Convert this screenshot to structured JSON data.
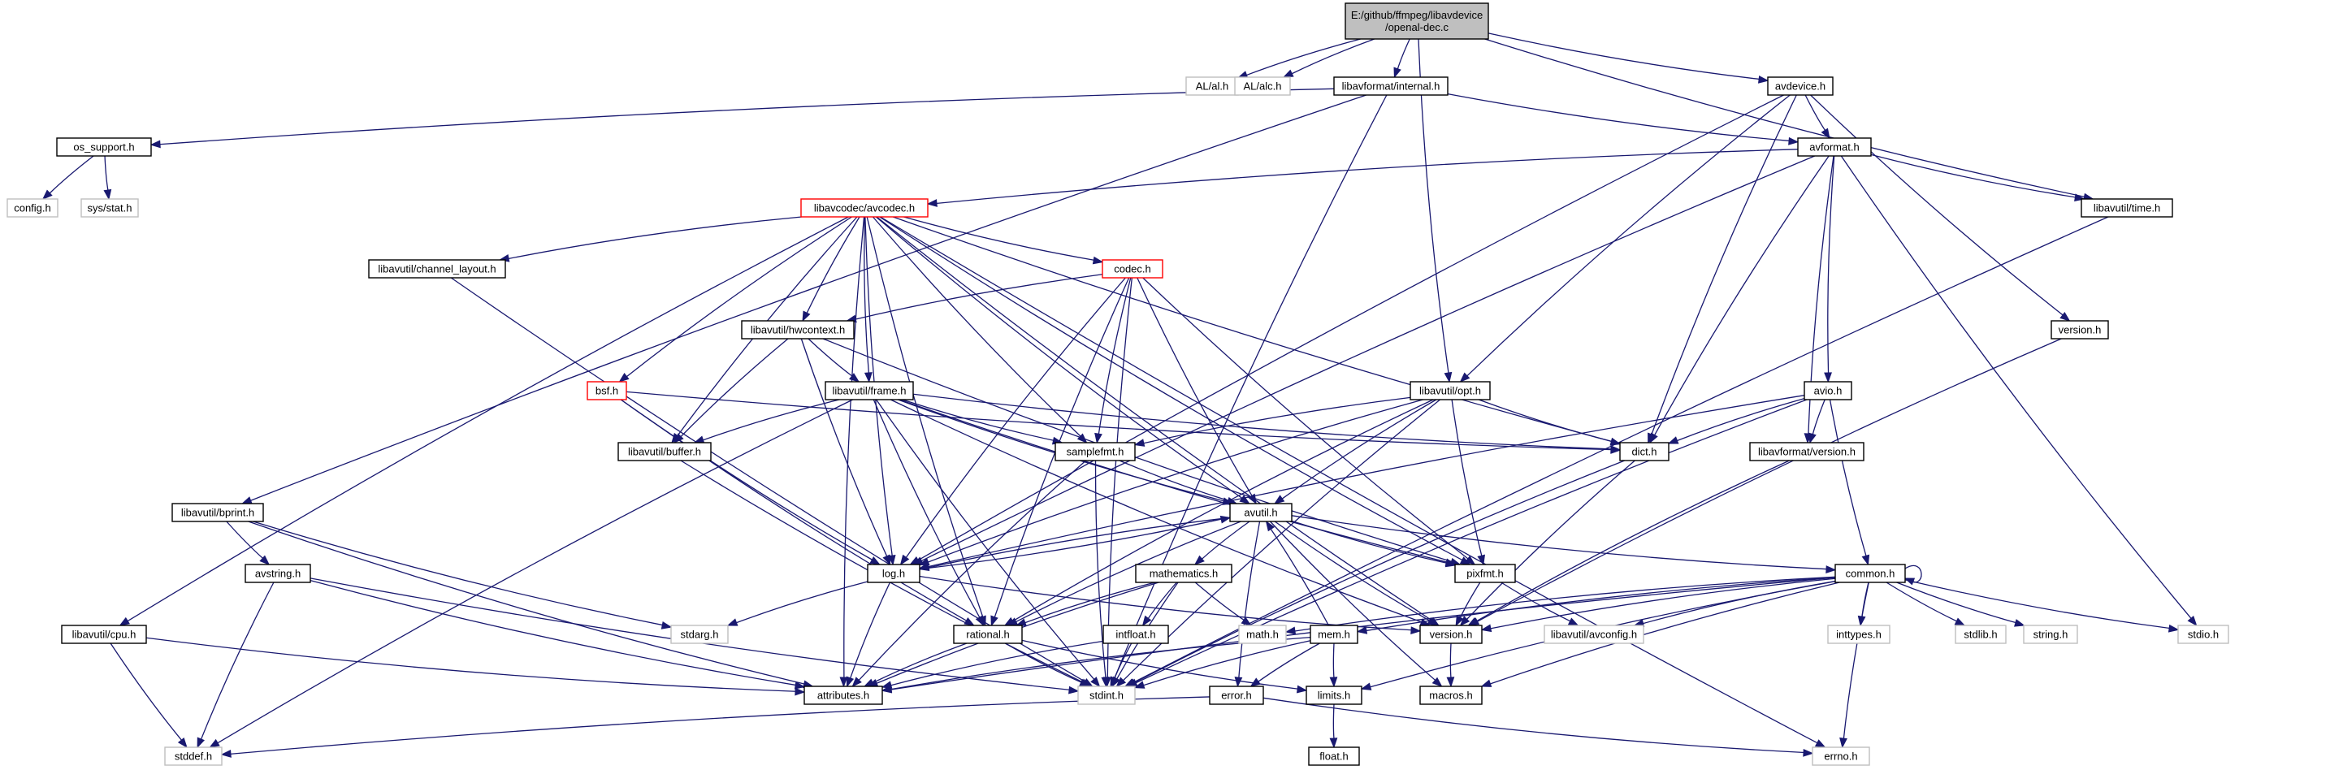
{
  "diagram": {
    "nodes": [
      {
        "id": "root",
        "label": "E:/github/ffmpeg/libavdevice\n/openal-dec.c",
        "style": "root"
      },
      {
        "id": "al_al",
        "label": "AL/al.h",
        "style": "sys"
      },
      {
        "id": "al_alc",
        "label": "AL/alc.h",
        "style": "sys"
      },
      {
        "id": "lf_internal",
        "label": "libavformat/internal.h",
        "style": "doc"
      },
      {
        "id": "avdevice",
        "label": "avdevice.h",
        "style": "doc"
      },
      {
        "id": "os_support",
        "label": "os_support.h",
        "style": "doc"
      },
      {
        "id": "avformat",
        "label": "avformat.h",
        "style": "doc"
      },
      {
        "id": "config",
        "label": "config.h",
        "style": "sys"
      },
      {
        "id": "sysstat",
        "label": "sys/stat.h",
        "style": "sys"
      },
      {
        "id": "avcodec",
        "label": "libavcodec/avcodec.h",
        "style": "red"
      },
      {
        "id": "lu_time",
        "label": "libavutil/time.h",
        "style": "doc"
      },
      {
        "id": "chlayout",
        "label": "libavutil/channel_layout.h",
        "style": "doc"
      },
      {
        "id": "codec",
        "label": "codec.h",
        "style": "red"
      },
      {
        "id": "hwcontext",
        "label": "libavutil/hwcontext.h",
        "style": "doc"
      },
      {
        "id": "version_dev",
        "label": "version.h",
        "style": "doc"
      },
      {
        "id": "bsf",
        "label": "bsf.h",
        "style": "red"
      },
      {
        "id": "frame",
        "label": "libavutil/frame.h",
        "style": "doc"
      },
      {
        "id": "opt",
        "label": "libavutil/opt.h",
        "style": "doc"
      },
      {
        "id": "avio",
        "label": "avio.h",
        "style": "doc"
      },
      {
        "id": "buffer",
        "label": "libavutil/buffer.h",
        "style": "doc"
      },
      {
        "id": "samplefmt",
        "label": "samplefmt.h",
        "style": "doc"
      },
      {
        "id": "dict",
        "label": "dict.h",
        "style": "doc"
      },
      {
        "id": "lf_version",
        "label": "libavformat/version.h",
        "style": "doc"
      },
      {
        "id": "bprint",
        "label": "libavutil/bprint.h",
        "style": "doc"
      },
      {
        "id": "avutil",
        "label": "avutil.h",
        "style": "doc"
      },
      {
        "id": "avstring",
        "label": "avstring.h",
        "style": "doc"
      },
      {
        "id": "log",
        "label": "log.h",
        "style": "doc"
      },
      {
        "id": "mathematics",
        "label": "mathematics.h",
        "style": "doc"
      },
      {
        "id": "pixfmt",
        "label": "pixfmt.h",
        "style": "doc"
      },
      {
        "id": "common",
        "label": "common.h",
        "style": "doc"
      },
      {
        "id": "cpu",
        "label": "libavutil/cpu.h",
        "style": "doc"
      },
      {
        "id": "stdarg",
        "label": "stdarg.h",
        "style": "sys"
      },
      {
        "id": "rational",
        "label": "rational.h",
        "style": "doc"
      },
      {
        "id": "intfloat",
        "label": "intfloat.h",
        "style": "doc"
      },
      {
        "id": "math",
        "label": "math.h",
        "style": "sys"
      },
      {
        "id": "mem",
        "label": "mem.h",
        "style": "doc"
      },
      {
        "id": "version_u",
        "label": "version.h",
        "style": "doc"
      },
      {
        "id": "avconfig",
        "label": "libavutil/avconfig.h",
        "style": "sys"
      },
      {
        "id": "inttypes",
        "label": "inttypes.h",
        "style": "sys"
      },
      {
        "id": "stdlib",
        "label": "stdlib.h",
        "style": "sys"
      },
      {
        "id": "string",
        "label": "string.h",
        "style": "sys"
      },
      {
        "id": "stdio",
        "label": "stdio.h",
        "style": "sys"
      },
      {
        "id": "attributes",
        "label": "attributes.h",
        "style": "doc"
      },
      {
        "id": "stdint",
        "label": "stdint.h",
        "style": "sys"
      },
      {
        "id": "error",
        "label": "error.h",
        "style": "doc"
      },
      {
        "id": "limits",
        "label": "limits.h",
        "style": "doc"
      },
      {
        "id": "macros",
        "label": "macros.h",
        "style": "doc"
      },
      {
        "id": "stddef",
        "label": "stddef.h",
        "style": "sys"
      },
      {
        "id": "errno",
        "label": "errno.h",
        "style": "sys"
      },
      {
        "id": "float",
        "label": "float.h",
        "style": "doc"
      }
    ],
    "edges": [
      [
        "root",
        "al_al"
      ],
      [
        "root",
        "al_alc"
      ],
      [
        "root",
        "lf_internal"
      ],
      [
        "root",
        "avdevice"
      ],
      [
        "root",
        "opt"
      ],
      [
        "root",
        "lu_time"
      ],
      [
        "lf_internal",
        "os_support"
      ],
      [
        "lf_internal",
        "avformat"
      ],
      [
        "lf_internal",
        "bprint"
      ],
      [
        "lf_internal",
        "stdint"
      ],
      [
        "os_support",
        "config"
      ],
      [
        "os_support",
        "sysstat"
      ],
      [
        "avdevice",
        "avformat"
      ],
      [
        "avdevice",
        "opt"
      ],
      [
        "avdevice",
        "dict"
      ],
      [
        "avdevice",
        "log"
      ],
      [
        "avdevice",
        "version_dev"
      ],
      [
        "avformat",
        "avcodec"
      ],
      [
        "avformat",
        "lu_time"
      ],
      [
        "avformat",
        "avio"
      ],
      [
        "avformat",
        "dict"
      ],
      [
        "avformat",
        "lf_version"
      ],
      [
        "avformat",
        "stdio"
      ],
      [
        "avformat",
        "log"
      ],
      [
        "lu_time",
        "stdint"
      ],
      [
        "avcodec",
        "chlayout"
      ],
      [
        "avcodec",
        "codec"
      ],
      [
        "avcodec",
        "hwcontext"
      ],
      [
        "avcodec",
        "bsf"
      ],
      [
        "avcodec",
        "frame"
      ],
      [
        "avcodec",
        "buffer"
      ],
      [
        "avcodec",
        "samplefmt"
      ],
      [
        "avcodec",
        "dict"
      ],
      [
        "avcodec",
        "avutil"
      ],
      [
        "avcodec",
        "pixfmt"
      ],
      [
        "avcodec",
        "cpu"
      ],
      [
        "avcodec",
        "attributes"
      ],
      [
        "avcodec",
        "rational"
      ],
      [
        "avcodec",
        "log"
      ],
      [
        "avcodec",
        "errno"
      ],
      [
        "avcodec",
        "version_u"
      ],
      [
        "chlayout",
        "stdint"
      ],
      [
        "codec",
        "hwcontext"
      ],
      [
        "codec",
        "log"
      ],
      [
        "codec",
        "samplefmt"
      ],
      [
        "codec",
        "rational"
      ],
      [
        "codec",
        "avutil"
      ],
      [
        "codec",
        "pixfmt"
      ],
      [
        "codec",
        "stdint"
      ],
      [
        "hwcontext",
        "frame"
      ],
      [
        "hwcontext",
        "buffer"
      ],
      [
        "hwcontext",
        "pixfmt"
      ],
      [
        "hwcontext",
        "log"
      ],
      [
        "version_dev",
        "version_u"
      ],
      [
        "bsf",
        "dict"
      ],
      [
        "bsf",
        "log"
      ],
      [
        "bsf",
        "rational"
      ],
      [
        "frame",
        "buffer"
      ],
      [
        "frame",
        "samplefmt"
      ],
      [
        "frame",
        "dict"
      ],
      [
        "frame",
        "avutil"
      ],
      [
        "frame",
        "pixfmt"
      ],
      [
        "frame",
        "rational"
      ],
      [
        "frame",
        "stdint"
      ],
      [
        "frame",
        "stddef"
      ],
      [
        "frame",
        "version_u"
      ],
      [
        "opt",
        "samplefmt"
      ],
      [
        "opt",
        "dict"
      ],
      [
        "opt",
        "avutil"
      ],
      [
        "opt",
        "pixfmt"
      ],
      [
        "opt",
        "log"
      ],
      [
        "opt",
        "rational"
      ],
      [
        "opt",
        "stdint"
      ],
      [
        "avio",
        "dict"
      ],
      [
        "avio",
        "lf_version"
      ],
      [
        "avio",
        "common"
      ],
      [
        "avio",
        "log"
      ],
      [
        "avio",
        "stdint"
      ],
      [
        "buffer",
        "stdint"
      ],
      [
        "samplefmt",
        "avutil"
      ],
      [
        "samplefmt",
        "attributes"
      ],
      [
        "samplefmt",
        "stdint"
      ],
      [
        "dict",
        "stdint"
      ],
      [
        "dict",
        "version_u"
      ],
      [
        "lf_version",
        "version_u"
      ],
      [
        "bprint",
        "avstring"
      ],
      [
        "bprint",
        "attributes"
      ],
      [
        "bprint",
        "stdarg"
      ],
      [
        "avutil",
        "common"
      ],
      [
        "avutil",
        "log"
      ],
      [
        "avutil",
        "mathematics"
      ],
      [
        "avutil",
        "pixfmt"
      ],
      [
        "avutil",
        "error"
      ],
      [
        "avutil",
        "macros"
      ],
      [
        "avutil",
        "rational"
      ],
      [
        "avutil",
        "version_u"
      ],
      [
        "avstring",
        "stddef"
      ],
      [
        "avstring",
        "stdint"
      ],
      [
        "avstring",
        "attributes"
      ],
      [
        "log",
        "stdarg"
      ],
      [
        "log",
        "avutil"
      ],
      [
        "log",
        "attributes"
      ],
      [
        "log",
        "version_u"
      ],
      [
        "mathematics",
        "rational"
      ],
      [
        "mathematics",
        "intfloat"
      ],
      [
        "mathematics",
        "math"
      ],
      [
        "mathematics",
        "stdint"
      ],
      [
        "mathematics",
        "attributes"
      ],
      [
        "pixfmt",
        "avconfig"
      ],
      [
        "pixfmt",
        "version_u"
      ],
      [
        "common",
        "errno"
      ],
      [
        "common",
        "inttypes"
      ],
      [
        "common",
        "stdlib"
      ],
      [
        "common",
        "string"
      ],
      [
        "common",
        "stdio"
      ],
      [
        "common",
        "limits"
      ],
      [
        "common",
        "math"
      ],
      [
        "common",
        "mem"
      ],
      [
        "common",
        "macros"
      ],
      [
        "common",
        "attributes"
      ],
      [
        "common",
        "version_u"
      ],
      [
        "common",
        "avconfig"
      ],
      [
        "common",
        "common"
      ],
      [
        "cpu",
        "stddef"
      ],
      [
        "cpu",
        "attributes"
      ],
      [
        "rational",
        "stdint"
      ],
      [
        "rational",
        "limits"
      ],
      [
        "rational",
        "attributes"
      ],
      [
        "intfloat",
        "stdint"
      ],
      [
        "intfloat",
        "attributes"
      ],
      [
        "mem",
        "error"
      ],
      [
        "mem",
        "stdint"
      ],
      [
        "mem",
        "limits"
      ],
      [
        "mem",
        "attributes"
      ],
      [
        "mem",
        "avutil"
      ],
      [
        "error",
        "errno"
      ],
      [
        "error",
        "stddef"
      ],
      [
        "limits",
        "float"
      ],
      [
        "version_u",
        "macros"
      ]
    ]
  }
}
